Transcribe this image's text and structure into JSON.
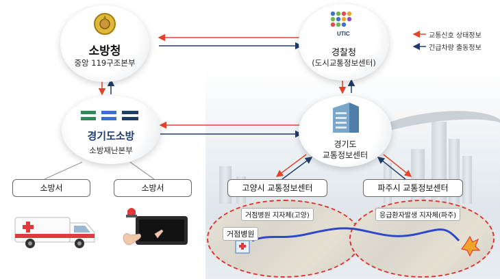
{
  "nodes": {
    "fire_hq": {
      "title": "소방청",
      "subtitle": "중앙 119구조본부"
    },
    "police": {
      "logo_text": "UTIC",
      "title": "경찰청",
      "subtitle": "(도시교통정보센터)"
    },
    "gyeonggi_fire": {
      "logo_text": "경기도소방",
      "subtitle": "소방재난본부"
    },
    "gyeonggi_traffic": {
      "title": "경기도",
      "subtitle": "교통정보센터"
    }
  },
  "boxes": {
    "fire_station_1": "소방서",
    "fire_station_2": "소방서",
    "goyang_center": "고양시 교통정보센터",
    "paju_center": "파주시 교통정보센터"
  },
  "legend": {
    "red_arrow_label": "교통신호 상태정보",
    "blue_arrow_label": "긴급차량 출동정보"
  },
  "maps": {
    "left_header": "거점병원  지자체(고양)",
    "left_callout": "거점병원",
    "right_header": "응급환자발생  지자체(파주)"
  },
  "colors": {
    "red_arrow": "#e0452b",
    "blue_arrow": "#1f3d6b",
    "route": "#2d47c8",
    "dashed_border": "#dd3333"
  },
  "icons": [
    "fire-emblem-icon",
    "utic-dots-icon",
    "gyeonggi-fire-logo-icon",
    "building-icon",
    "ambulance-icon",
    "siren-tablet-icon",
    "hospital-icon",
    "crash-icon"
  ]
}
